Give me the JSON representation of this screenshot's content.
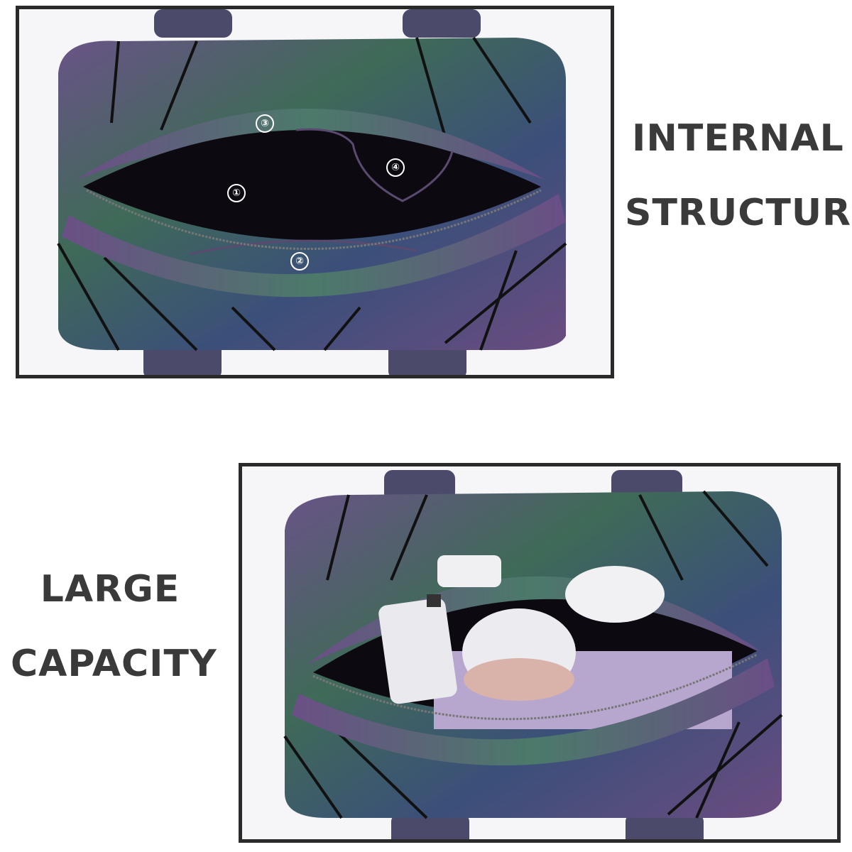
{
  "top_panel": {
    "caption_line1": "INTERNAL",
    "caption_line2": "STRUCTURE",
    "pocket_markers": [
      "①",
      "②",
      "③",
      "④"
    ]
  },
  "bottom_panel": {
    "caption_line1": "LARGE",
    "caption_line2": "CAPACITY"
  },
  "colors": {
    "frame": "#2a2a2a",
    "caption": "#3a3a3a",
    "bag_purple": "#5d4a78",
    "bag_green": "#3f6a58",
    "bag_blue": "#3b4f7a",
    "lining": "#0c0a10"
  }
}
